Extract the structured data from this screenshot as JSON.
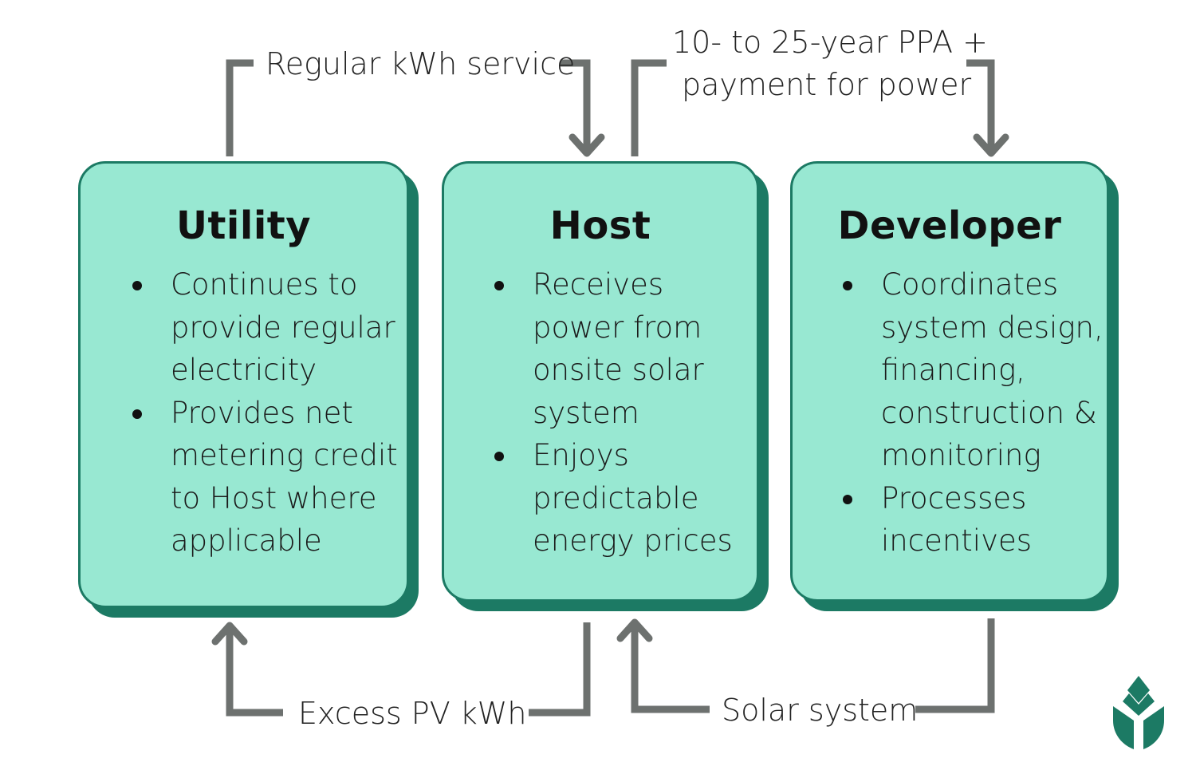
{
  "boxes": {
    "utility": {
      "title": "Utility",
      "items": [
        "Continues to provide regular electricity",
        "Provides net metering credit to Host where applicable"
      ]
    },
    "host": {
      "title": "Host",
      "items": [
        "Receives power from onsite solar system",
        "Enjoys predictable energy prices"
      ]
    },
    "developer": {
      "title": "Developer",
      "items": [
        "Coordinates system design, financing, construction & monitoring",
        "Processes incentives"
      ]
    }
  },
  "flows": {
    "regular_service": "Regular kWh service",
    "ppa_line1": "10- to 25-year PPA +",
    "ppa_line2": "payment for power",
    "excess_pv": "Excess PV kWh",
    "solar_system": "Solar system"
  },
  "colors": {
    "box_fill": "#98e8d2",
    "box_border": "#1c7a64",
    "arrow": "#6d716f",
    "logo": "#1c7a64"
  },
  "icons": {
    "logo": "leaf-logo-icon"
  }
}
